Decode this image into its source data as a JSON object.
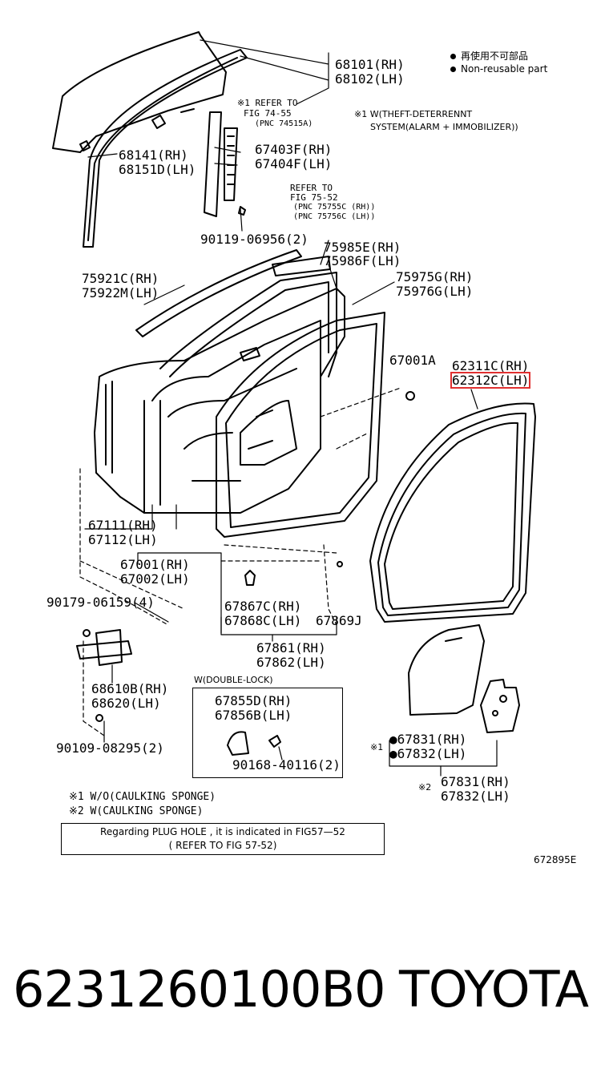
{
  "legend": {
    "line1": "再使用不可部品",
    "line2": "Non-reusable part"
  },
  "labels": {
    "p68101": "68101(RH)",
    "p68102": "68102(LH)",
    "refer1_a": "※1 REFER TO",
    "refer1_b": "FIG 74-55",
    "refer1_c": "(PNC 74515A)",
    "note_w1_a": "※1 W(THEFT-DETERRENNT",
    "note_w1_b": "SYSTEM(ALARM + IMMOBILIZER))",
    "p68141": "68141(RH)",
    "p68151": "68151D(LH)",
    "p67403": "67403F(RH)",
    "p67404": "67404F(LH)",
    "refer2_a": "REFER TO",
    "refer2_b": "FIG 75-52",
    "refer2_c": "(PNC 75755C (RH))",
    "refer2_d": "(PNC 75756C (LH))",
    "p90119": "90119-06956(2)",
    "p75985": "75985E(RH)",
    "p75986": "75986F(LH)",
    "p75921": "75921C(RH)",
    "p75922": "75922M(LH)",
    "p75975": "75975G(RH)",
    "p75976": "75976G(LH)",
    "p67001A": "67001A",
    "p62311": "62311C(RH)",
    "p62312": "62312C(LH)",
    "p67111": "67111(RH)",
    "p67112": "67112(LH)",
    "p67001": "67001(RH)",
    "p67002": "67002(LH)",
    "p90179": "90179-06159(4)",
    "p67867": "67867C(RH)",
    "p67868": "67868C(LH)",
    "p67869": "67869J",
    "p67861": "67861(RH)",
    "p67862": "67862(LH)",
    "p68610": "68610B(RH)",
    "p68620": "68620(LH)",
    "double_lock": "W(DOUBLE-LOCK)",
    "p67855": "67855D(RH)",
    "p67856": "67856B(LH)",
    "p90168": "90168-40116(2)",
    "p90109": "90109-08295(2)",
    "p67831a": "●67831(RH)",
    "p67832a": "●67832(LH)",
    "mark1": "※1",
    "mark2": "※2",
    "p67831b": "67831(RH)",
    "p67832b": "67832(LH)"
  },
  "notes": {
    "n1": "※1  W/O(CAULKING SPONGE)",
    "n2": "※2  W(CAULKING SPONGE)"
  },
  "refbox": {
    "line1": "Regarding  PLUG HOLE , it is  indicated  in  FIG57—52",
    "line2": "( REFER TO FIG  57-52)"
  },
  "figure_code": "672895E",
  "footer": {
    "part_number": "6231260100B0",
    "brand": "TOYOTA"
  },
  "colors": {
    "highlight": "#e03030",
    "ink": "#000000",
    "background": "#ffffff"
  }
}
